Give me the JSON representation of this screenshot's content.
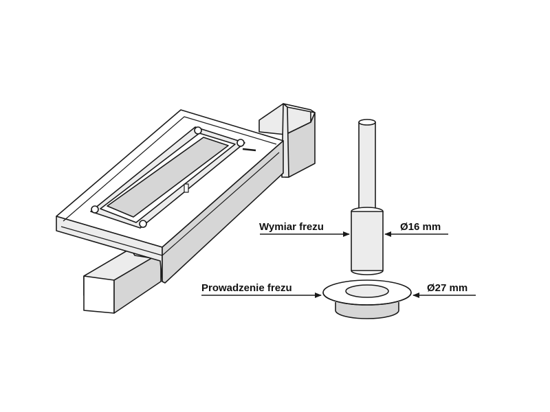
{
  "labels": {
    "cutter_size": "Wymiar frezu",
    "cutter_diameter": "Ø16 mm",
    "cutter_guide": "Prowadzenie frezu",
    "guide_diameter": "Ø27 mm"
  },
  "colors": {
    "line": "#1a1a1a",
    "face_light": "#ffffff",
    "face_mid": "#ececec",
    "face_dark": "#d6d6d6"
  }
}
